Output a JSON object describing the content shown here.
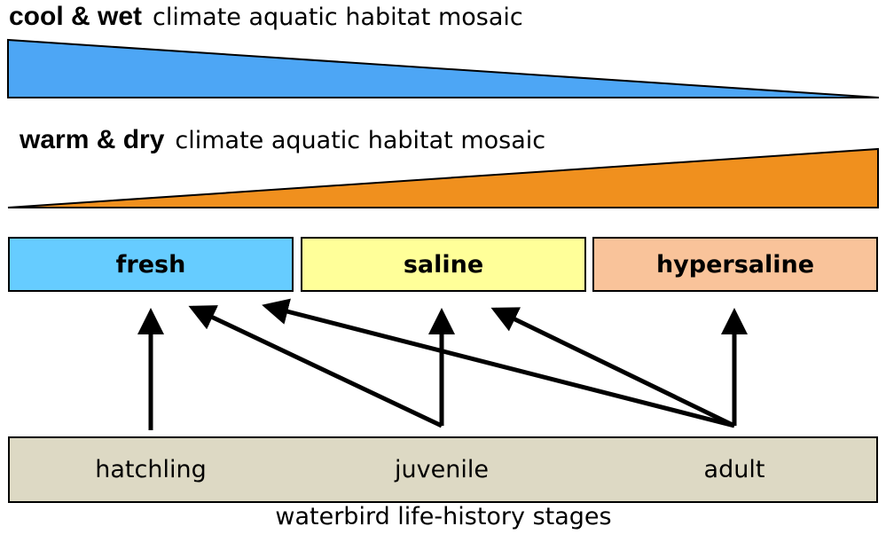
{
  "mosaics": {
    "cool": {
      "emphasis": "cool & wet",
      "rest": "climate aquatic habitat mosaic",
      "color": "#4da6f5"
    },
    "warm": {
      "emphasis": "warm & dry",
      "rest": "climate aquatic habitat mosaic",
      "color": "#f0901e"
    }
  },
  "habitats": [
    {
      "label": "fresh",
      "color": "#66ccff"
    },
    {
      "label": "saline",
      "color": "#ffff99"
    },
    {
      "label": "hypersaline",
      "color": "#f9c39a"
    }
  ],
  "stages": {
    "items": [
      "hatchling",
      "juvenile",
      "adult"
    ],
    "bar_color": "#ddd9c4",
    "caption": "waterbird life-history stages"
  },
  "links": [
    {
      "from": "hatchling",
      "to": "fresh"
    },
    {
      "from": "juvenile",
      "to": "fresh"
    },
    {
      "from": "juvenile",
      "to": "saline"
    },
    {
      "from": "adult",
      "to": "fresh"
    },
    {
      "from": "adult",
      "to": "saline"
    },
    {
      "from": "adult",
      "to": "hypersaline"
    }
  ]
}
